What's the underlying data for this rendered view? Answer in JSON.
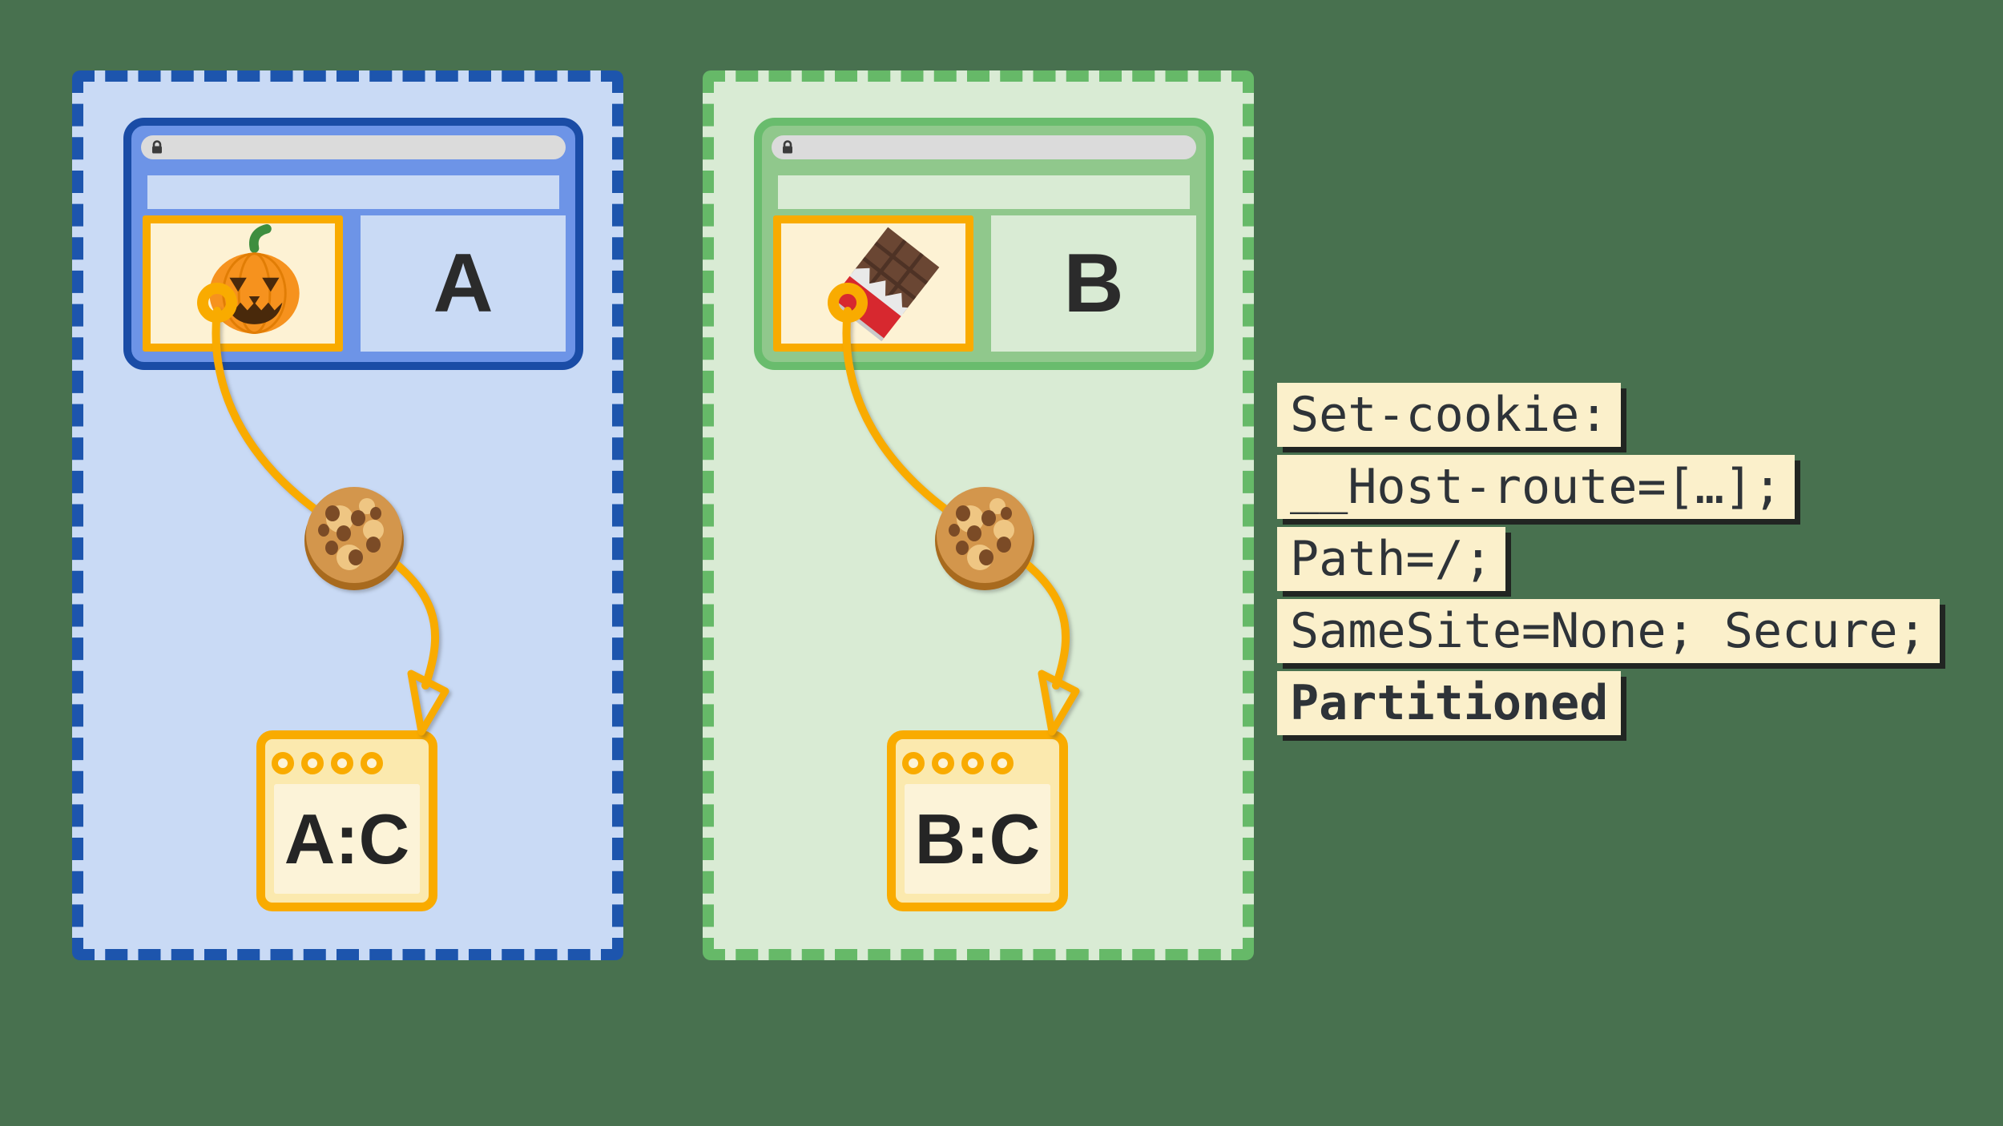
{
  "background_color": "#48714F",
  "accent_orange": "#F9AB00",
  "partitions": [
    {
      "site_label": "A",
      "storage_label": "A:C",
      "iframe_icon": "jack-o-lantern-icon",
      "dash_color": "#1D55AD",
      "fill_color": "#C9DAF5",
      "browser_border_color": "#1A4CA6",
      "browser_chrome_color": "#6D94E7"
    },
    {
      "site_label": "B",
      "storage_label": "B:C",
      "iframe_icon": "chocolate-bar-icon",
      "dash_color": "#66B968",
      "fill_color": "#D9EBD4",
      "browser_border_color": "#69BC6D",
      "browser_chrome_color": "#90C88C"
    }
  ],
  "code_block": {
    "background_color": "#FBF0CB",
    "text_color": "#2E3338",
    "lines": [
      "Set-cookie:",
      "__Host-route=[…];",
      "Path=/;",
      "SameSite=None; Secure;",
      "Partitioned"
    ],
    "bold_line_index": 4
  }
}
